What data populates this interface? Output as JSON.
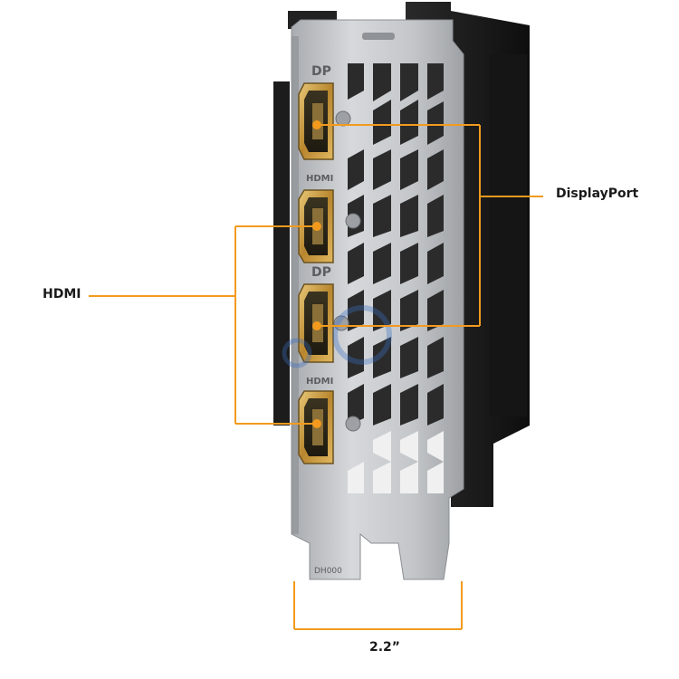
{
  "callouts": {
    "displayport": "DisplayPort",
    "hdmi": "HDMI",
    "width": "2.2”"
  },
  "bracket_markings": {
    "port_1": "DP",
    "port_2": "HDMI",
    "port_3": "DP",
    "port_4": "HDMI",
    "code": "DH000"
  },
  "colors": {
    "callout_line": "#f39a1e",
    "bracket_metal": "#bfc2c6",
    "heatsink": "#1e1e1e",
    "port_gold": "#caa04a"
  }
}
